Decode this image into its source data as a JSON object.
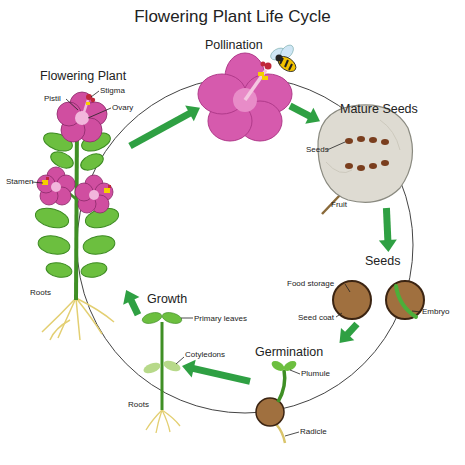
{
  "diagram": {
    "title": "Flowering Plant Life Cycle",
    "nodes": [
      {
        "text": [
          "Flowering Plant"
        ]
      },
      {
        "text": [
          "Pollination"
        ]
      },
      {
        "text": [
          "Mature Seeds"
        ]
      },
      {
        "text": [
          "Seeds"
        ]
      },
      {
        "text": [
          "Germination"
        ]
      },
      {
        "text": [
          "Growth"
        ]
      }
    ],
    "edges": [
      {
        "from": 0,
        "to": 1,
        "arrow": "to"
      },
      {
        "from": 1,
        "to": 2,
        "arrow": "to"
      },
      {
        "from": 2,
        "to": 3,
        "arrow": "to"
      },
      {
        "from": 3,
        "to": 4,
        "arrow": "to"
      },
      {
        "from": 4,
        "to": 5,
        "arrow": "to"
      },
      {
        "from": 5,
        "to": 0,
        "arrow": "to"
      }
    ],
    "labels": [
      "Pistil",
      "Stigma",
      "Ovary",
      "Stamen",
      "Roots",
      "Seeds",
      "Fruit",
      "Food storage",
      "Seed coat",
      "Embryo",
      "Plumule",
      "Radicle",
      "Primary leaves",
      "Cotyledons",
      "Roots"
    ]
  }
}
